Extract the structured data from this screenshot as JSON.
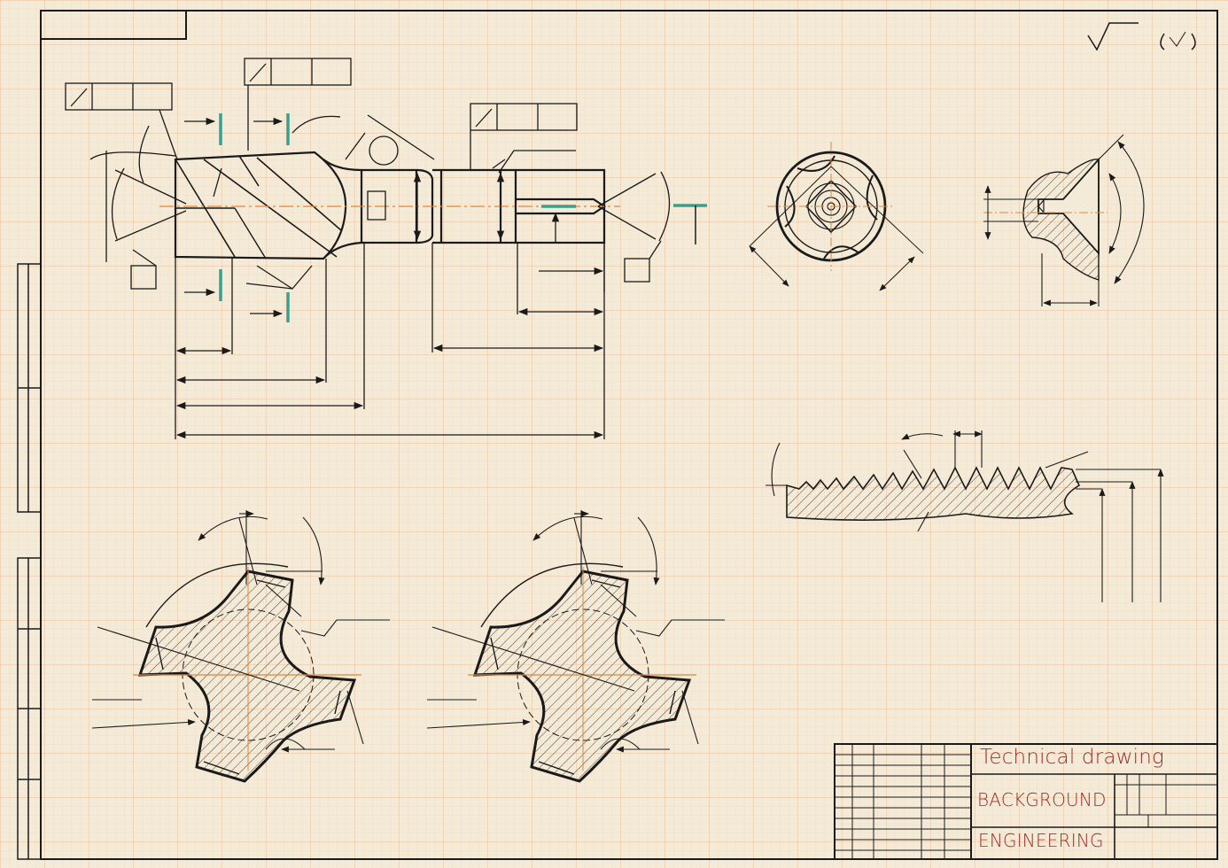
{
  "title_block": {
    "title": "Technical drawing",
    "line2": "BACKGROUND",
    "line3": "ENGINEERING"
  },
  "colors": {
    "paper": "#f3ead8",
    "grid": "#f0c9a3",
    "ink": "#1a1a1a",
    "accent": "#3e9e8c",
    "centerline": "#e0883a",
    "title_text": "#9b2c2c"
  }
}
